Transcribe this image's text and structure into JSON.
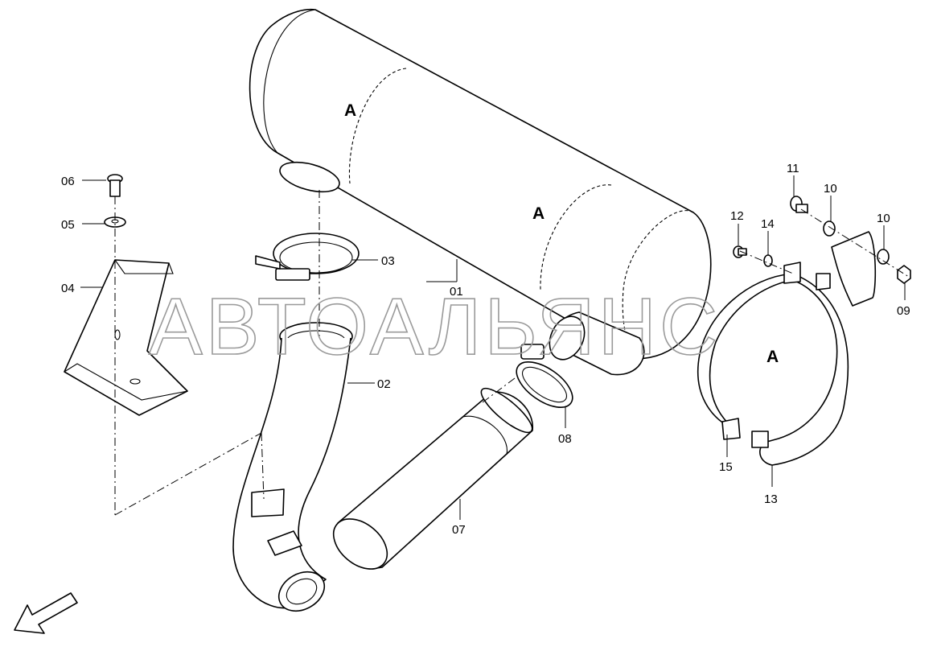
{
  "watermark": "АВТОАЛЬЯНС",
  "zone_marker": "A",
  "callouts": {
    "c01": "01",
    "c02": "02",
    "c03": "03",
    "c04": "04",
    "c05": "05",
    "c06": "06",
    "c07": "07",
    "c08": "08",
    "c09": "09",
    "c10a": "10",
    "c10b": "10",
    "c11": "11",
    "c12": "12",
    "c13": "13",
    "c14": "14",
    "c15": "15"
  }
}
